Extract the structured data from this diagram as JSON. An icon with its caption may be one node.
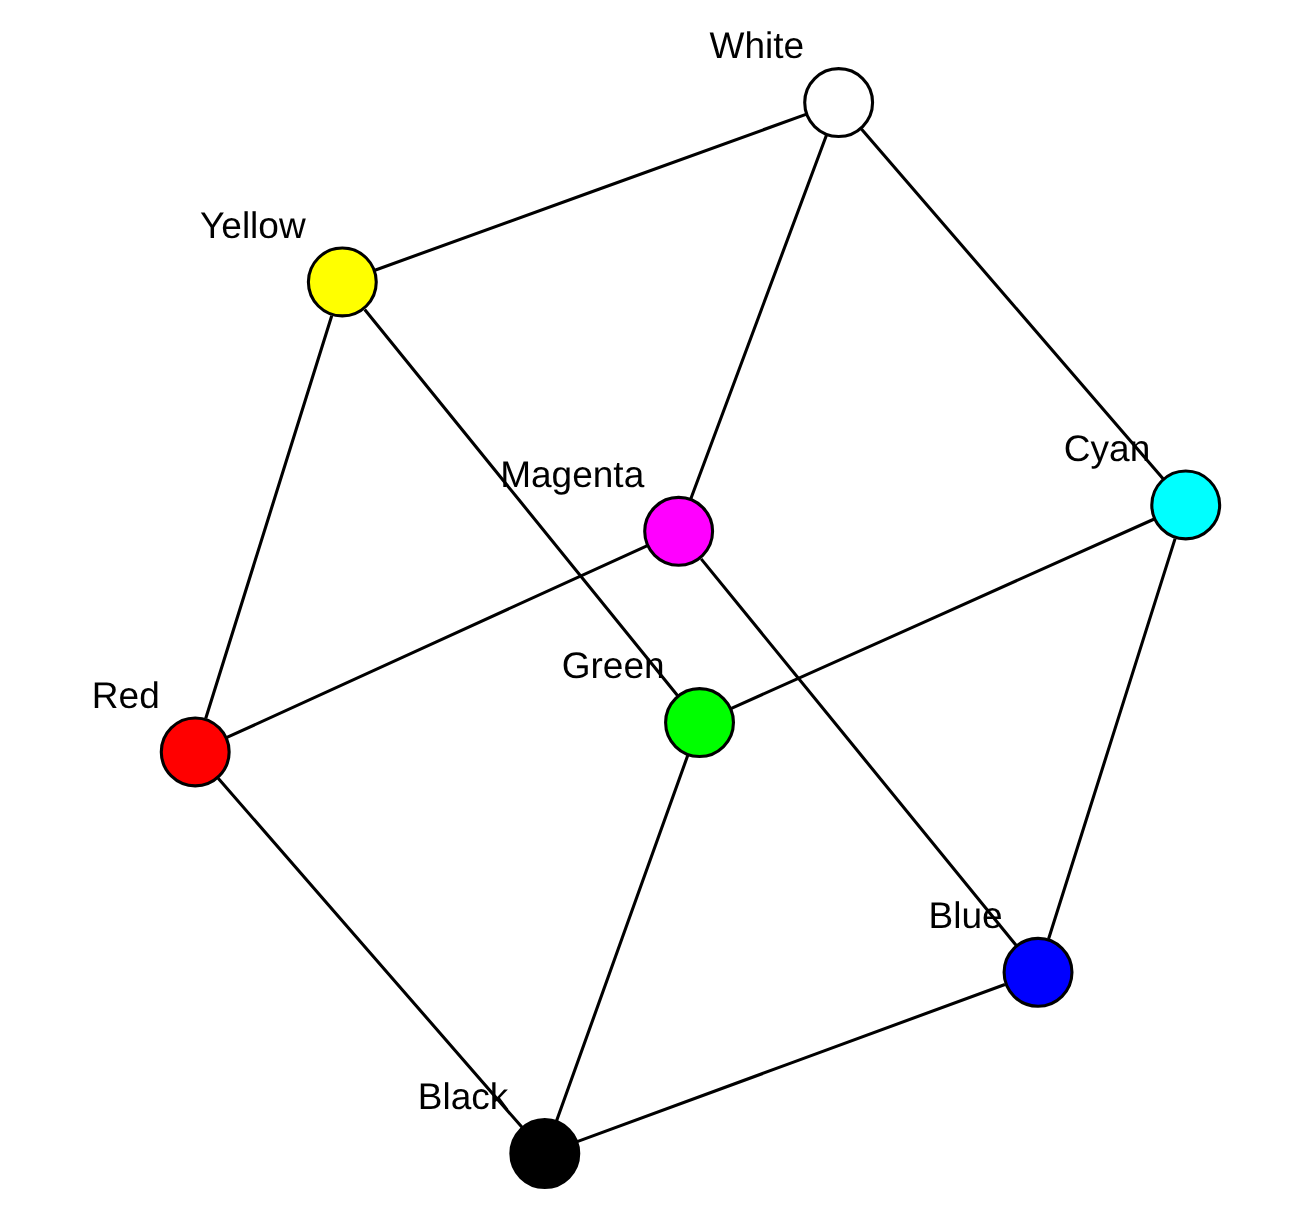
{
  "diagram": {
    "nodes": [
      {
        "text": [],
        "shape": "circle",
        "beside": [
          "Yellow"
        ]
      },
      {
        "text": [],
        "shape": "circle",
        "beside": [
          "White"
        ]
      },
      {
        "text": [],
        "shape": "circle",
        "beside": [
          "Green"
        ]
      },
      {
        "text": [],
        "shape": "circle",
        "beside": [
          "Cyan"
        ]
      },
      {
        "text": [],
        "shape": "circle",
        "beside": [
          "Red"
        ]
      },
      {
        "text": [],
        "shape": "circle",
        "beside": [
          "Magenta"
        ]
      },
      {
        "text": [],
        "shape": "circle",
        "beside": [
          "Black"
        ]
      },
      {
        "text": [],
        "shape": "circle",
        "beside": [
          "Blue"
        ]
      }
    ],
    "edges": [
      {
        "from": 0,
        "to": 1,
        "arrow": "none"
      },
      {
        "from": 0,
        "to": 2,
        "arrow": "none"
      },
      {
        "from": 0,
        "to": 4,
        "arrow": "none"
      },
      {
        "from": 1,
        "to": 3,
        "arrow": "none"
      },
      {
        "from": 1,
        "to": 5,
        "arrow": "none"
      },
      {
        "from": 2,
        "to": 3,
        "arrow": "none"
      },
      {
        "from": 2,
        "to": 6,
        "arrow": "none"
      },
      {
        "from": 3,
        "to": 7,
        "arrow": "none"
      },
      {
        "from": 4,
        "to": 5,
        "arrow": "none"
      },
      {
        "from": 4,
        "to": 6,
        "arrow": "none"
      },
      {
        "from": 5,
        "to": 7,
        "arrow": "none"
      },
      {
        "from": 6,
        "to": 7,
        "arrow": "none"
      }
    ]
  }
}
